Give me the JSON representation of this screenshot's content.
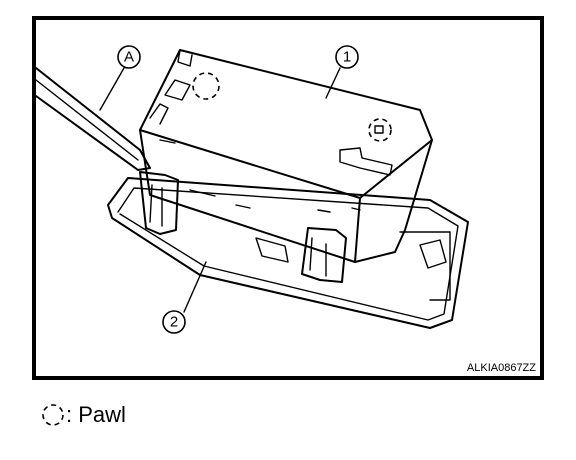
{
  "callouts": {
    "a": "A",
    "one": "1",
    "two": "2"
  },
  "figure_code": "ALKIA0867ZZ",
  "legend": {
    "symbol": "dashed-circle",
    "label": ": Pawl"
  }
}
